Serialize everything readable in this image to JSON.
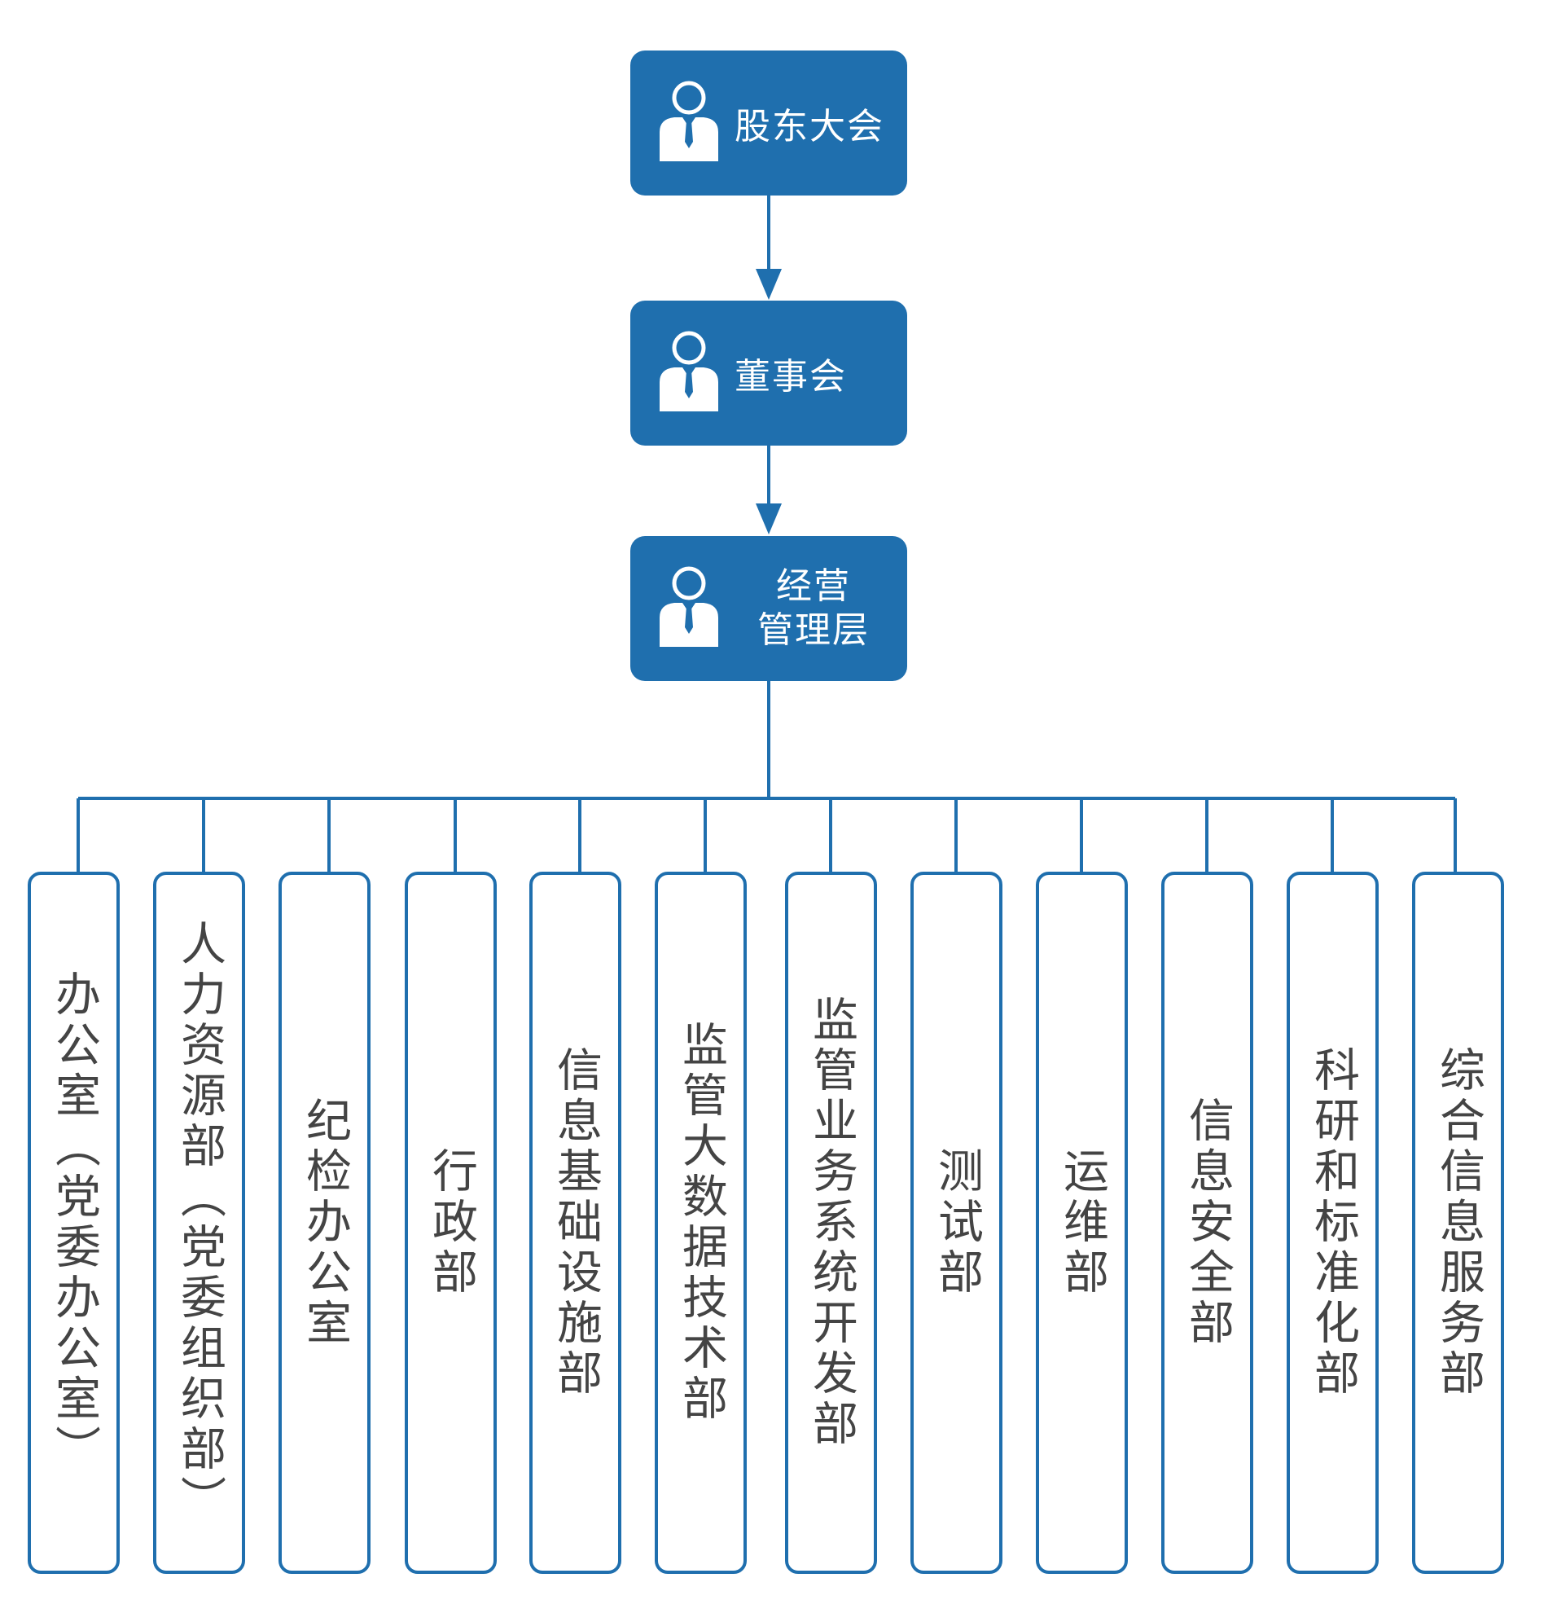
{
  "colors": {
    "primary": "#1f6fae",
    "box_text": "#ffffff",
    "dept_text": "#444444",
    "background": "#ffffff"
  },
  "icons": {
    "box_icon": "person-icon"
  },
  "top_nodes": [
    {
      "label": "股东大会"
    },
    {
      "label": "董事会"
    },
    {
      "label": "经营\n管理层"
    }
  ],
  "departments": [
    {
      "label": "办公室（党委办公室）"
    },
    {
      "label": "人力资源部（党委组织部）"
    },
    {
      "label": "纪检办公室"
    },
    {
      "label": "行政部"
    },
    {
      "label": "信息基础设施部"
    },
    {
      "label": "监管大数据技术部"
    },
    {
      "label": "监管业务系统开发部"
    },
    {
      "label": "测试部"
    },
    {
      "label": "运维部"
    },
    {
      "label": "信息安全部"
    },
    {
      "label": "科研和标准化部"
    },
    {
      "label": "综合信息服务部"
    }
  ]
}
